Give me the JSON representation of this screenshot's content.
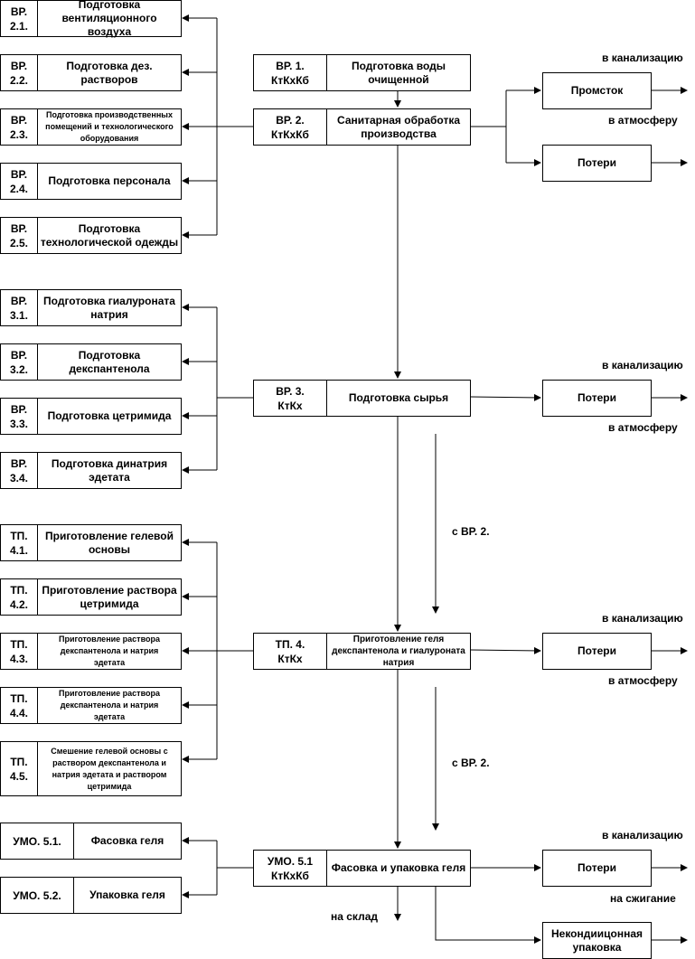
{
  "left_group_2": [
    {
      "code": "ВР.\n2.1.",
      "name": "Подготовка\nвентиляционного воздуха"
    },
    {
      "code": "ВР.\n2.2.",
      "name": "Подготовка дез.\nрастворов"
    },
    {
      "code": "ВР.\n2.3.",
      "name": "Подготовка производственных\nпомещений и технологического\nоборудования"
    },
    {
      "code": "ВР.\n2.4.",
      "name": "Подготовка персонала"
    },
    {
      "code": "ВР.\n2.5.",
      "name": "Подготовка\nтехнологической одежды"
    }
  ],
  "left_group_3": [
    {
      "code": "ВР.\n3.1.",
      "name": "Подготовка гиалуроната\nнатрия"
    },
    {
      "code": "ВР.\n3.2.",
      "name": "Подготовка\nдекспантенола"
    },
    {
      "code": "ВР.\n3.3.",
      "name": "Подготовка цетримида"
    },
    {
      "code": "ВР.\n3.4.",
      "name": "Подготовка динатрия\nэдетата"
    }
  ],
  "left_group_4": [
    {
      "code": "ТП.\n4.1.",
      "name": "Приготовление гелевой\nосновы"
    },
    {
      "code": "ТП.\n4.2.",
      "name": "Приготовление раствора\nцетримида"
    },
    {
      "code": "ТП.\n4.3.",
      "name": "Приготовление раствора\nдекспантенола и натрия\nэдетата"
    },
    {
      "code": "ТП.\n4.4.",
      "name": "Приготовление раствора\nдекспантенола и натрия\nэдетата"
    },
    {
      "code": "ТП.\n4.5.",
      "name": "Смешение гелевой основы с\nраствором декспантенола и\nнатрия эдетата и раствором\nцетримида"
    }
  ],
  "left_group_5": [
    {
      "code": "УМО. 5.1.",
      "name": "Фасовка геля"
    },
    {
      "code": "УМО. 5.2.",
      "name": "Упаковка геля"
    }
  ],
  "main": {
    "vr1": {
      "code": "ВР. 1.\nКтКхКб",
      "name": "Подготовка воды\nочищенной"
    },
    "vr2": {
      "code": "ВР. 2.\nКтКхКб",
      "name": "Санитарная обработка\nпроизводства"
    },
    "vr3": {
      "code": "ВР. 3.\nКтКх",
      "name": "Подготовка сырья"
    },
    "tp4": {
      "code": "ТП. 4.\nКтКх",
      "name": "Приготовление геля\nдекспантенола и гиалуроната\nнатрия"
    },
    "umo5": {
      "code": "УМО. 5.1\nКтКхКб",
      "name": "Фасовка и упаковка геля"
    }
  },
  "outputs": {
    "promstok": "Промсток",
    "poteri_1": "Потери",
    "poteri_2": "Потери",
    "poteri_3": "Потери",
    "poteri_4": "Потери",
    "nekond": "Некондиицонная\nупаковка"
  },
  "labels": {
    "kanal_1": "в канализацию",
    "atm_1": "в атмосферу",
    "kanal_2": "в канализацию",
    "atm_2": "в атмосферу",
    "kanal_3": "в канализацию",
    "atm_3": "в атмосферу",
    "kanal_4": "в канализацию",
    "szhig": "на сжигание",
    "sklad": "на склад",
    "s_vr2_1": "с ВР. 2.",
    "s_vr2_2": "с ВР. 2."
  }
}
